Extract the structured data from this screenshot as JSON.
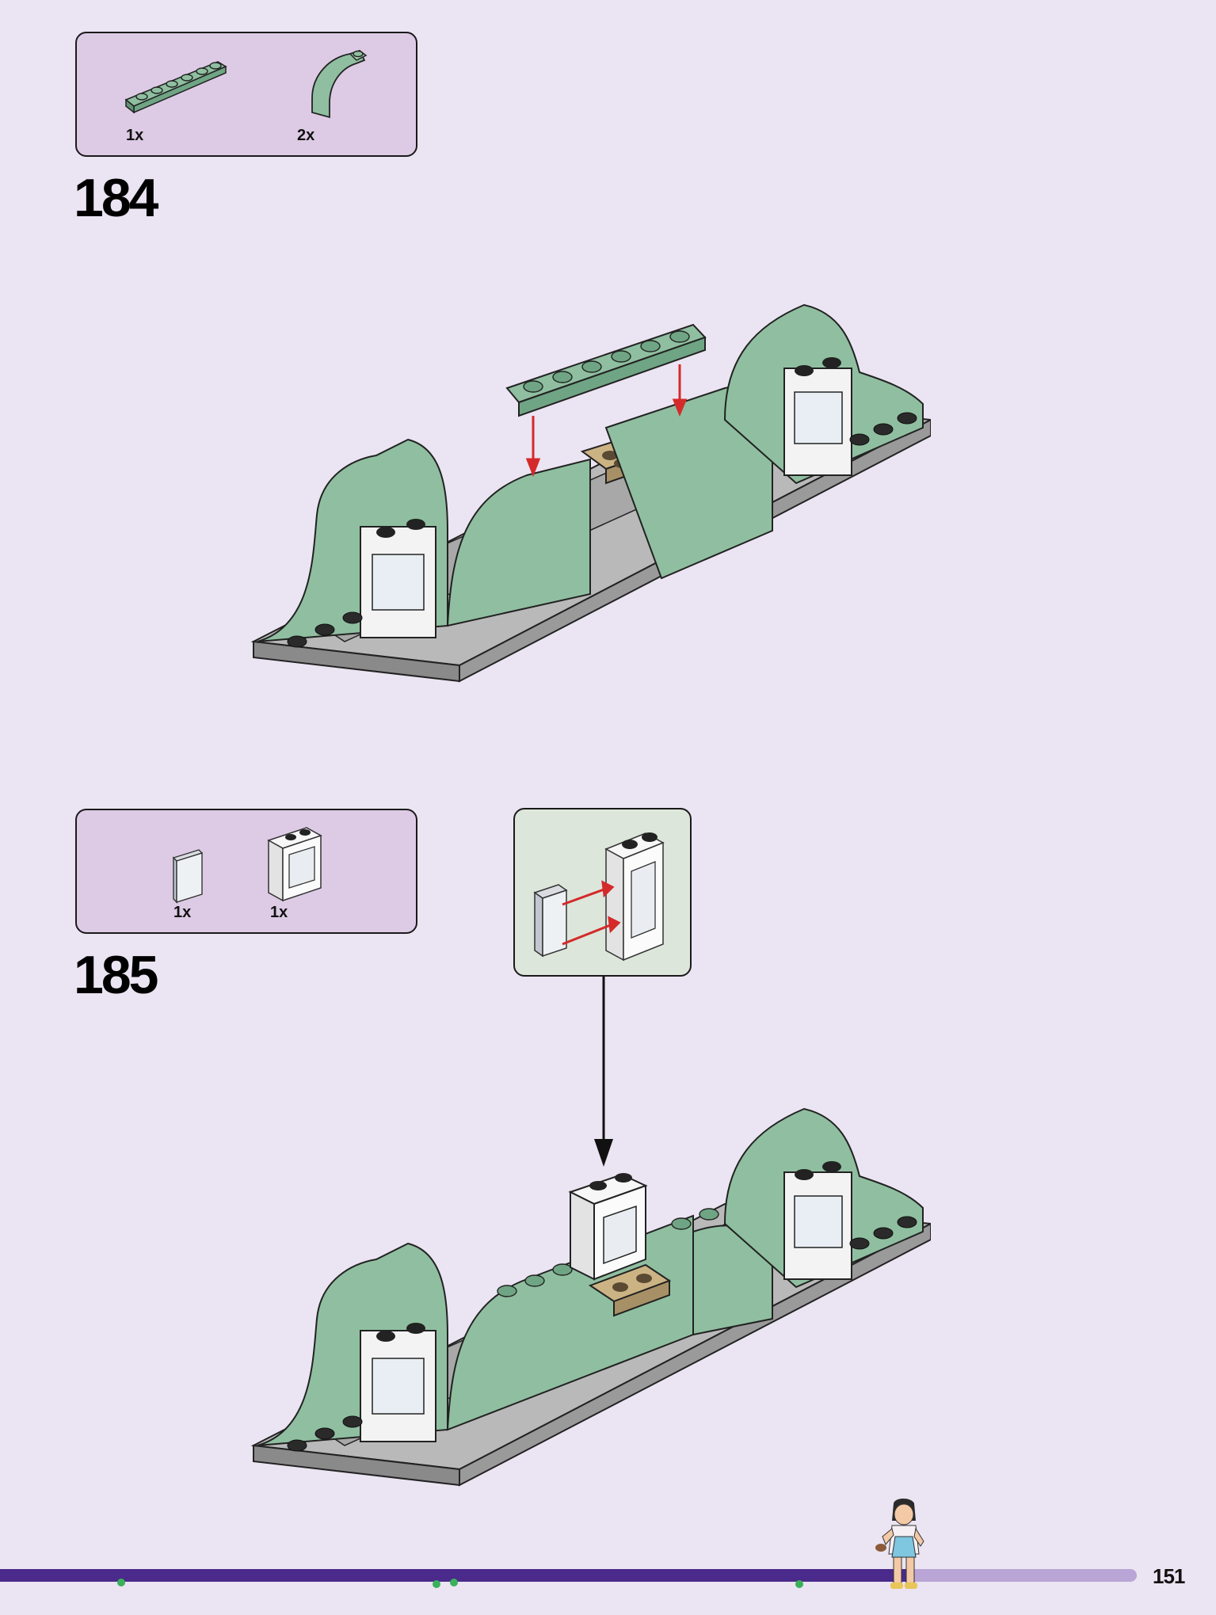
{
  "steps": [
    {
      "number": "184",
      "parts": [
        {
          "qty": "1x",
          "icon": "green-plate-1x6-icon"
        },
        {
          "qty": "2x",
          "icon": "green-curved-slope-icon"
        }
      ]
    },
    {
      "number": "185",
      "parts": [
        {
          "qty": "1x",
          "icon": "window-glass-pane-icon"
        },
        {
          "qty": "1x",
          "icon": "white-window-frame-icon"
        }
      ]
    }
  ],
  "footer": {
    "page_number": "151",
    "progress": 0.8
  },
  "colors": {
    "background": "#ebe4f2",
    "parts_box": "#ddcbe5",
    "callout": "#dde6da",
    "sand_green": "#8fbfa0",
    "progress_fill": "#4a2a8a",
    "progress_track": "#b9a5d6"
  }
}
